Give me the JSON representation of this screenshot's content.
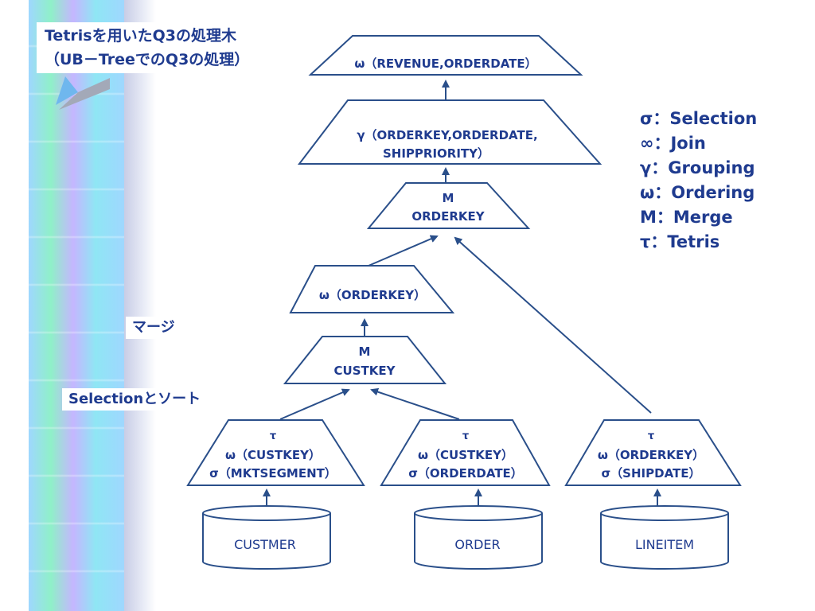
{
  "title": {
    "line1": "Tetrisを用いたQ3の処理木",
    "line2": "（UB－TreeでのQ3の処理）"
  },
  "side_labels": {
    "merge": "マージ",
    "selection_sort": "Selectionとソート"
  },
  "nodes": {
    "top": "ω（REVENUE,ORDERDATE）",
    "group_line1": "γ（ORDERKEY,ORDERDATE,",
    "group_line2": "SHIPPRIORITY）",
    "merge1_line1": "M",
    "merge1_line2": "ORDERKEY",
    "order_ok": "ω（ORDERKEY）",
    "merge2_line1": "M",
    "merge2_line2": "CUSTKEY",
    "leaf1_line1": "τ",
    "leaf1_line2": "ω（CUSTKEY）",
    "leaf1_line3": "σ（MKTSEGMENT）",
    "leaf2_line1": "τ",
    "leaf2_line2": "ω（CUSTKEY）",
    "leaf2_line3": "σ（ORDERDATE）",
    "leaf3_line1": "τ",
    "leaf3_line2": "ω（ORDERKEY）",
    "leaf3_line3": "σ（SHIPDATE）"
  },
  "tables": {
    "customer": "CUSTMER",
    "order": "ORDER",
    "lineitem": "LINEITEM"
  },
  "legend": [
    "σ：Selection",
    "∞：Join",
    "γ：Grouping",
    "ω：Ordering",
    "M：Merge",
    "τ：Tetris"
  ],
  "colors": {
    "line": "#2a4f8a",
    "text": "#1f3b8f"
  }
}
